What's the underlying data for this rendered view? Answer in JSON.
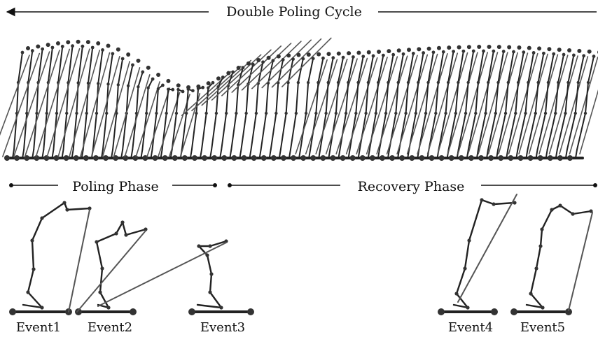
{
  "title": "Double Poling Cycle",
  "phases": {
    "poling": "Poling Phase",
    "recovery": "Recovery Phase"
  },
  "events": [
    "Event1",
    "Event2",
    "Event3",
    "Event4",
    "Event5"
  ],
  "colors": {
    "ink": "#222222",
    "pole": "#555555",
    "joint": "#333333",
    "background": "#ffffff"
  }
}
